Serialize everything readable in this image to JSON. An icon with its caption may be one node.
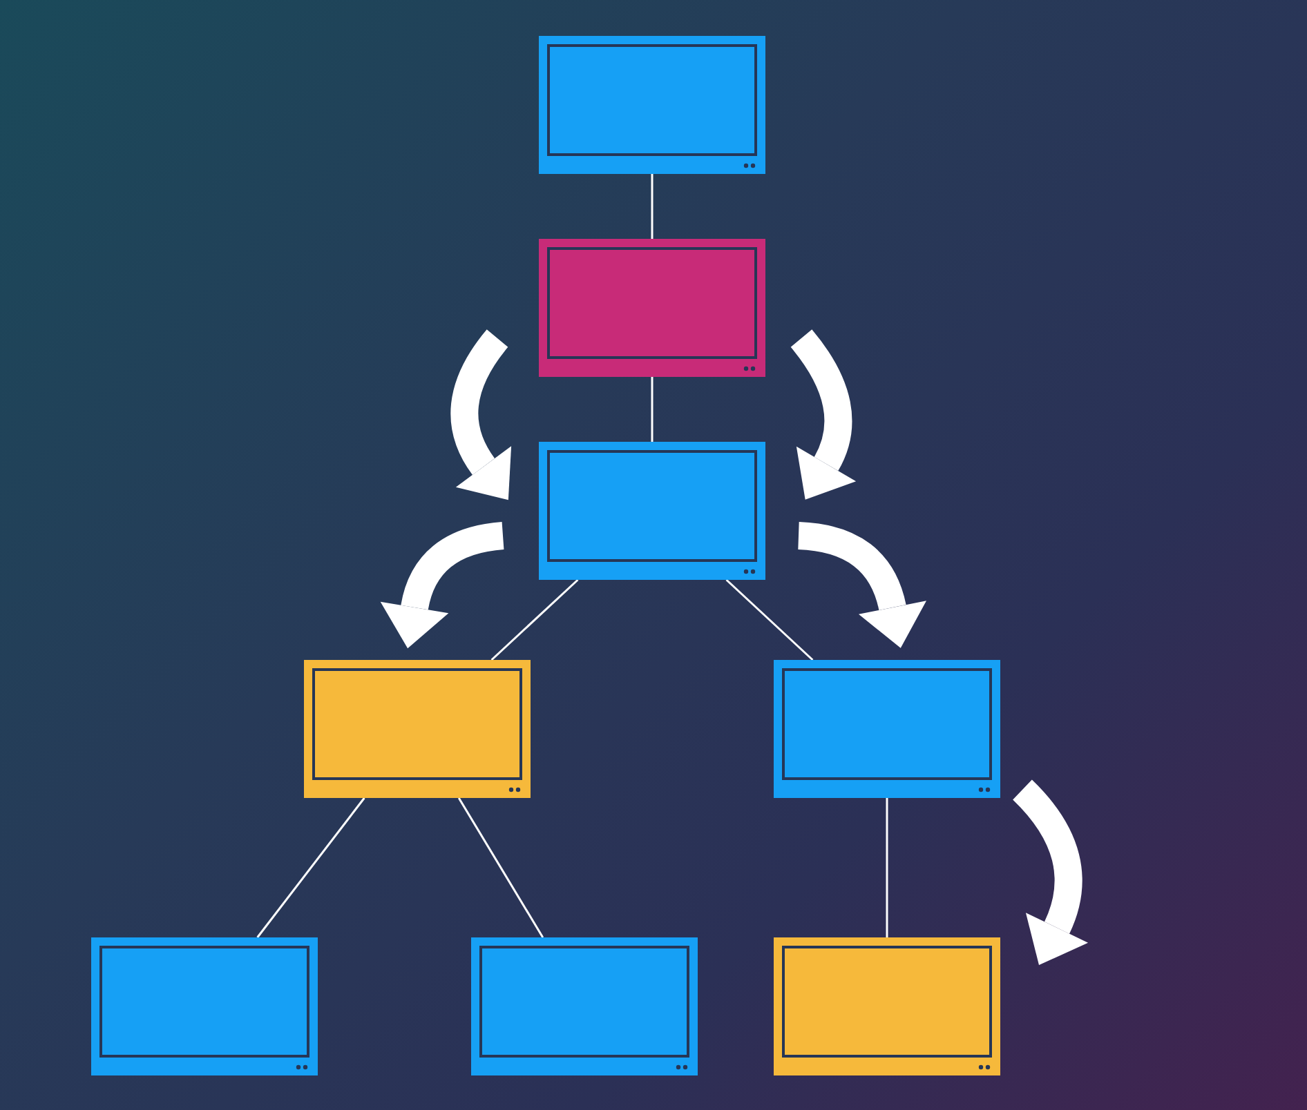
{
  "diagram": {
    "nodes": [
      {
        "text": [],
        "shape": "box"
      },
      {
        "text": [],
        "shape": "box"
      },
      {
        "text": [],
        "shape": "box"
      },
      {
        "text": [],
        "shape": "box"
      },
      {
        "text": [],
        "shape": "box"
      },
      {
        "text": [],
        "shape": "box"
      },
      {
        "text": [],
        "shape": "box"
      },
      {
        "text": [],
        "shape": "box"
      }
    ],
    "edges": [
      {
        "from": 0,
        "to": 1,
        "arrow": "none"
      },
      {
        "from": 1,
        "to": 2,
        "arrow": "none"
      },
      {
        "from": 2,
        "to": 3,
        "arrow": "none"
      },
      {
        "from": 2,
        "to": 4,
        "arrow": "none"
      },
      {
        "from": 3,
        "to": 5,
        "arrow": "none"
      },
      {
        "from": 3,
        "to": 6,
        "arrow": "none"
      },
      {
        "from": 4,
        "to": 7,
        "arrow": "none"
      }
    ]
  }
}
